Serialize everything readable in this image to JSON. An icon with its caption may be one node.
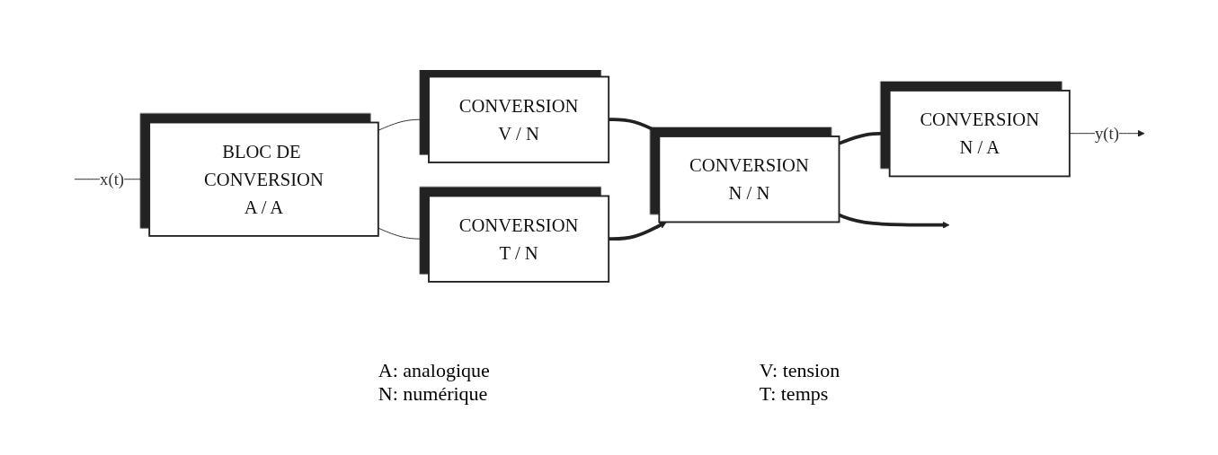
{
  "diagram": {
    "nodes": [
      {
        "text": [
          "BLOC DE CONVERSION",
          "A / A"
        ]
      },
      {
        "text": [
          "CONVERSION",
          "V / N"
        ]
      },
      {
        "text": [
          "CONVERSION",
          "T / N"
        ]
      },
      {
        "text": [
          "CONVERSION",
          "N / N"
        ]
      },
      {
        "text": [
          "CONVERSION",
          "N / A"
        ]
      }
    ],
    "edges": [
      {
        "from": null,
        "to": 0,
        "arrow": "to",
        "label": "x(t)"
      },
      {
        "from": 0,
        "to": 1,
        "arrow": "to"
      },
      {
        "from": 0,
        "to": 2,
        "arrow": "to"
      },
      {
        "from": 1,
        "to": 3,
        "arrow": "to",
        "style": "thick"
      },
      {
        "from": 2,
        "to": 3,
        "arrow": "to",
        "style": "thick"
      },
      {
        "from": 3,
        "to": null,
        "arrow": "to",
        "style": "thick"
      },
      {
        "from": 3,
        "to": 4,
        "arrow": "none",
        "style": "thick"
      },
      {
        "from": 4,
        "to": null,
        "arrow": "to",
        "label": "y(t)"
      }
    ],
    "labels": [
      "A: analogique",
      "N: numérique",
      "V: tension",
      "T: temps"
    ]
  }
}
